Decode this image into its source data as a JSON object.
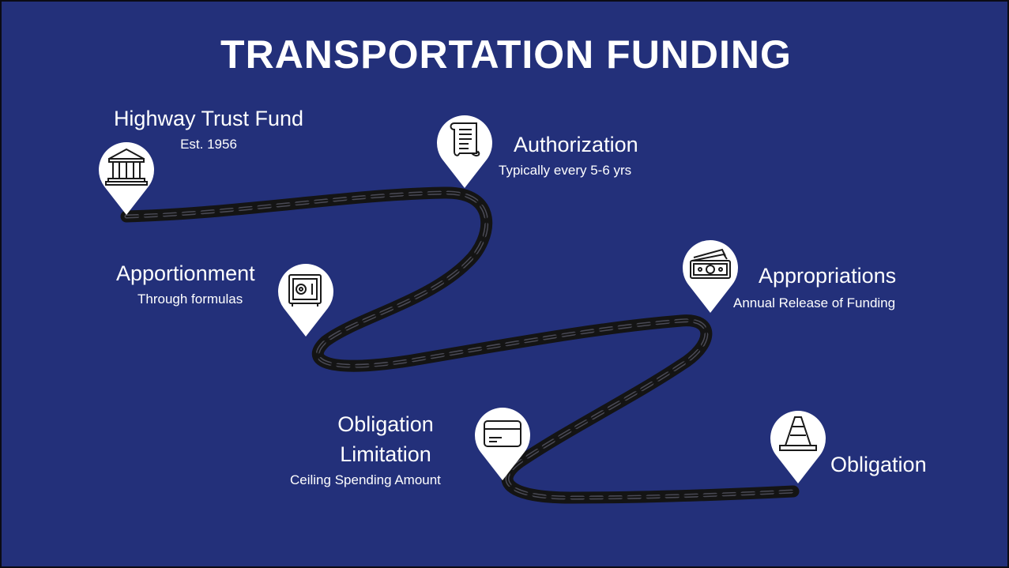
{
  "title": "TRANSPORTATION FUNDING",
  "colors": {
    "background": "#23307a",
    "text": "#ffffff",
    "road": "#141414",
    "pin": "#ffffff",
    "icon": "#1a1a1a"
  },
  "stages": [
    {
      "title": "Highway Trust Fund",
      "subtitle": "Est. 1956",
      "icon": "bank-icon"
    },
    {
      "title": "Authorization",
      "subtitle": "Typically every 5-6 yrs",
      "icon": "scroll-icon"
    },
    {
      "title": "Apportionment",
      "subtitle": "Through formulas",
      "icon": "safe-icon"
    },
    {
      "title": "Appropriations",
      "subtitle": "Annual Release of Funding",
      "icon": "money-icon"
    },
    {
      "title_line1": "Obligation",
      "title_line2": "Limitation",
      "subtitle": "Ceiling Spending Amount",
      "icon": "credit-card-icon"
    },
    {
      "title": "Obligation",
      "icon": "traffic-cone-icon"
    }
  ]
}
